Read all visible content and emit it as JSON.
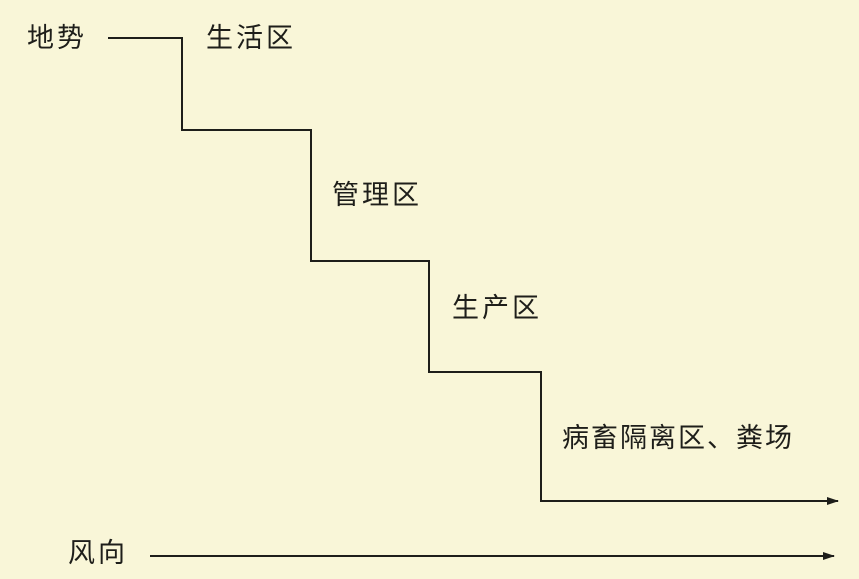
{
  "diagram": {
    "type": "staircase-layout",
    "axis_labels": {
      "terrain": "地势",
      "wind_direction": "风向"
    },
    "zones": [
      {
        "label": "生活区",
        "order": 1
      },
      {
        "label": "管理区",
        "order": 2
      },
      {
        "label": "生产区",
        "order": 3
      },
      {
        "label": "病畜隔离区、粪场",
        "order": 4
      }
    ],
    "colors": {
      "background": "#f9f6d8",
      "line": "#1e1e1a"
    }
  }
}
